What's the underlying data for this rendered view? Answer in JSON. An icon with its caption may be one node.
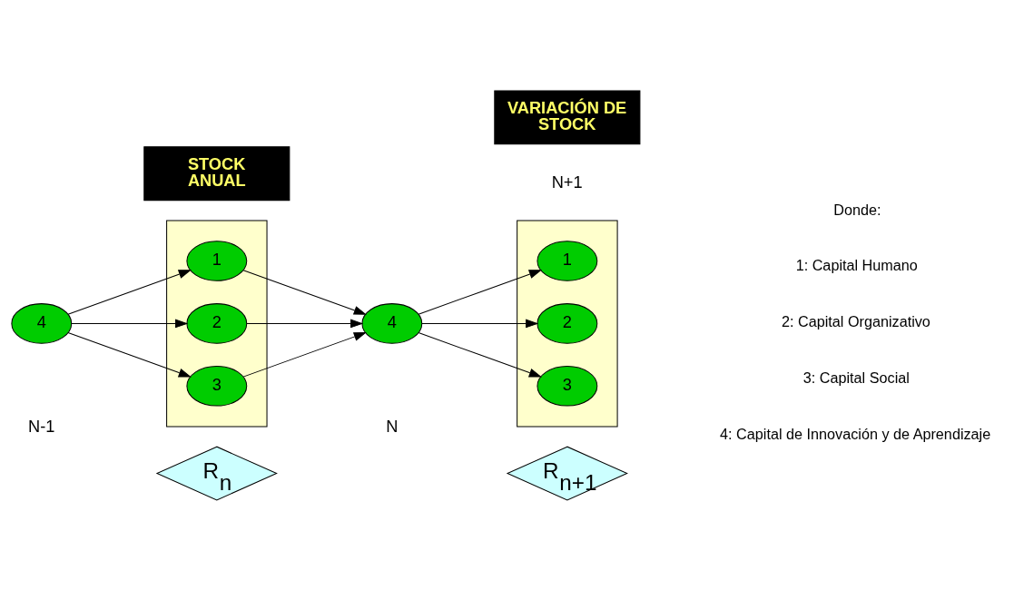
{
  "diagram": {
    "nodes": [
      {
        "text": [
          "R$_{n}$"
        ]
      },
      {
        "text": [
          "R$_{n+1}$"
        ]
      },
      {
        "text": [
          "4"
        ]
      },
      {
        "text": [],
        "shape": "box"
      },
      {
        "text": [
          "1"
        ],
        "in": 3
      },
      {
        "text": [
          "2"
        ],
        "in": 3
      },
      {
        "text": [
          "3"
        ],
        "in": 3
      },
      {
        "text": [
          "4"
        ]
      },
      {
        "text": [],
        "shape": "box"
      },
      {
        "text": [
          "1"
        ],
        "in": 8
      },
      {
        "text": [
          "2"
        ],
        "in": 8
      },
      {
        "text": [
          "3"
        ],
        "in": 8
      },
      {
        "text": [
          "STOCK ANUAL"
        ]
      },
      {
        "text": [
          "VARIACIÓN DE STOCK"
        ]
      }
    ],
    "edges": [
      {
        "from": 2,
        "to": 4,
        "arrow": "to"
      },
      {
        "from": 2,
        "to": 5,
        "arrow": "to"
      },
      {
        "from": 2,
        "to": 6,
        "arrow": "to"
      },
      {
        "from": 4,
        "to": 7,
        "arrow": "to"
      },
      {
        "from": 5,
        "to": 7,
        "arrow": "to"
      },
      {
        "from": 6,
        "to": 7,
        "arrow": "to"
      },
      {
        "from": 7,
        "to": 9,
        "arrow": "to"
      },
      {
        "from": 7,
        "to": 10,
        "arrow": "to"
      },
      {
        "from": 7,
        "to": 11,
        "arrow": "to"
      }
    ],
    "labels": [
      "Donde:",
      "1: Capital Humano",
      "2: Capital Organizativo",
      "3: Capital Social",
      "4: Capital de Innovación y de Aprendizaje",
      "N-1",
      "N",
      "N+1"
    ]
  }
}
